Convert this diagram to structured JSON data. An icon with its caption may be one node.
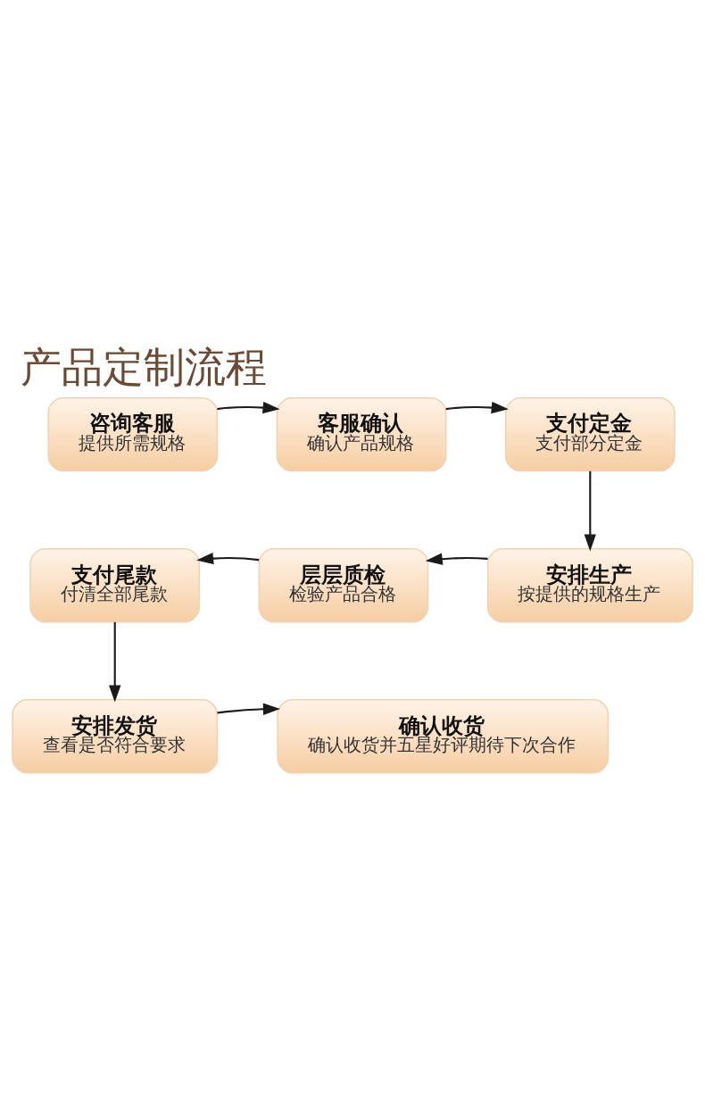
{
  "diagram": {
    "title": "产品定制流程",
    "nodes": [
      {
        "text": [
          "咨询客服",
          "提供所需规格"
        ]
      },
      {
        "text": [
          "客服确认",
          "确认产品规格"
        ]
      },
      {
        "text": [
          "支付定金",
          "支付部分定金"
        ]
      },
      {
        "text": [
          "支付尾款",
          "付清全部尾款"
        ]
      },
      {
        "text": [
          "层层质检",
          "检验产品合格"
        ]
      },
      {
        "text": [
          "安排生产",
          "按提供的规格生产"
        ]
      },
      {
        "text": [
          "安排发货",
          "查看是否符合要求"
        ]
      },
      {
        "text": [
          "确认收货",
          "确认收货并五星好评期待下次合作"
        ]
      }
    ],
    "edges": [
      {
        "from": 0,
        "to": 1,
        "arrow": "to"
      },
      {
        "from": 1,
        "to": 2,
        "arrow": "to"
      },
      {
        "from": 2,
        "to": 5,
        "arrow": "to"
      },
      {
        "from": 5,
        "to": 4,
        "arrow": "to"
      },
      {
        "from": 4,
        "to": 3,
        "arrow": "to"
      },
      {
        "from": 3,
        "to": 6,
        "arrow": "to"
      },
      {
        "from": 6,
        "to": 7,
        "arrow": "to"
      }
    ]
  }
}
